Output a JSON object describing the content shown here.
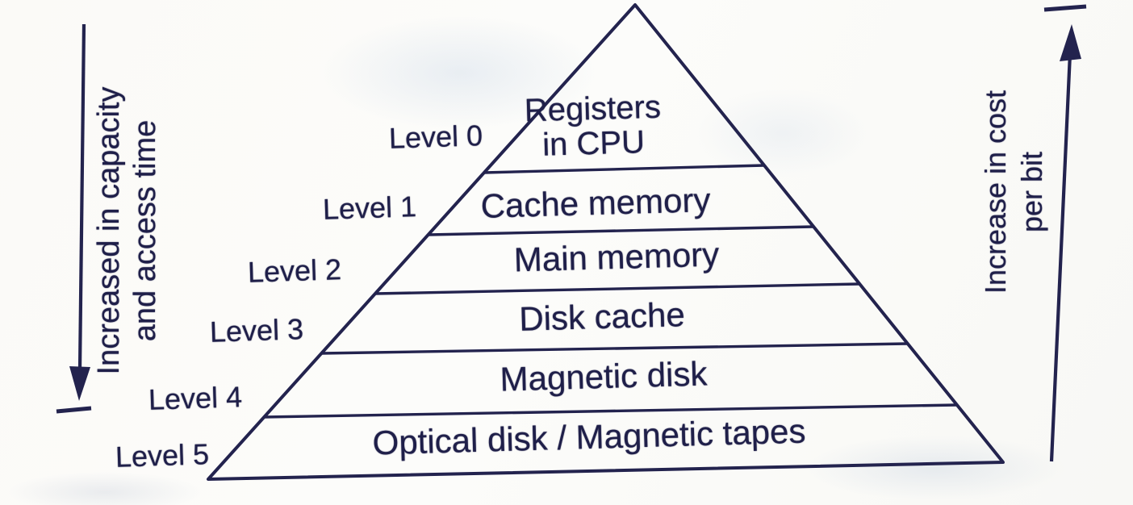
{
  "diagram": {
    "kind": "memory-hierarchy-pyramid",
    "ink_color": "#23234e",
    "paper_color": "#fbfaf7"
  },
  "left_axis": {
    "line1": "Increased in capacity",
    "line2": "and access time",
    "arrow_direction": "down"
  },
  "right_axis": {
    "line1": "Increase in cost",
    "line2": "per bit",
    "arrow_direction": "up"
  },
  "pyramid": {
    "layers": [
      {
        "level_label": "Level 0",
        "name_line1": "Registers",
        "name_line2": "in CPU"
      },
      {
        "level_label": "Level 1",
        "name": "Cache memory"
      },
      {
        "level_label": "Level 2",
        "name": "Main memory"
      },
      {
        "level_label": "Level 3",
        "name": "Disk cache"
      },
      {
        "level_label": "Level 4",
        "name": "Magnetic disk"
      },
      {
        "level_label": "Level 5",
        "name": "Optical disk / Magnetic tapes"
      }
    ]
  }
}
